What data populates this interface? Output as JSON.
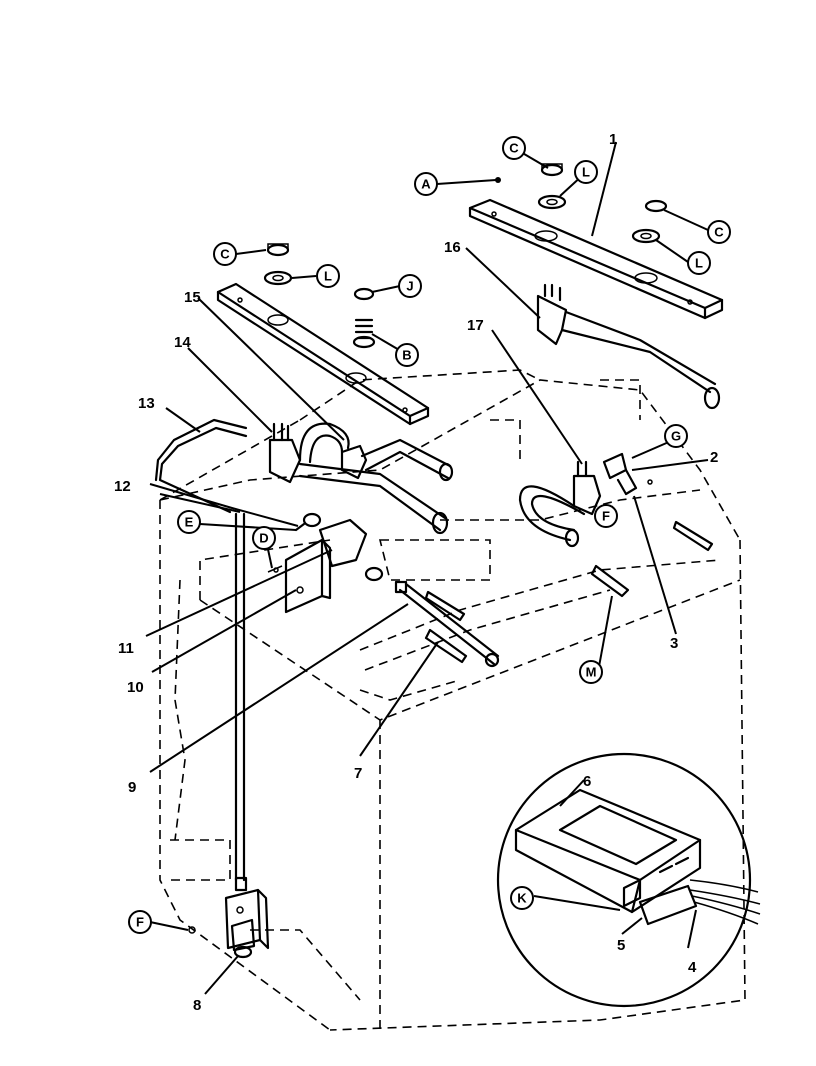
{
  "diagram": {
    "number_callouts": {
      "n1": "1",
      "n2": "2",
      "n3": "3",
      "n4": "4",
      "n5": "5",
      "n6": "6",
      "n7": "7",
      "n8": "8",
      "n9": "9",
      "n10": "10",
      "n11": "11",
      "n12": "12",
      "n13": "13",
      "n14": "14",
      "n15": "15",
      "n16": "16",
      "n17": "17"
    },
    "letter_callouts": {
      "a": "A",
      "b": "B",
      "c1": "C",
      "c2": "C",
      "c3": "C",
      "d": "D",
      "e": "E",
      "f1": "F",
      "f2": "F",
      "g": "G",
      "j": "J",
      "k": "K",
      "l1": "L",
      "l2": "L",
      "l3": "L",
      "m": "M"
    }
  }
}
